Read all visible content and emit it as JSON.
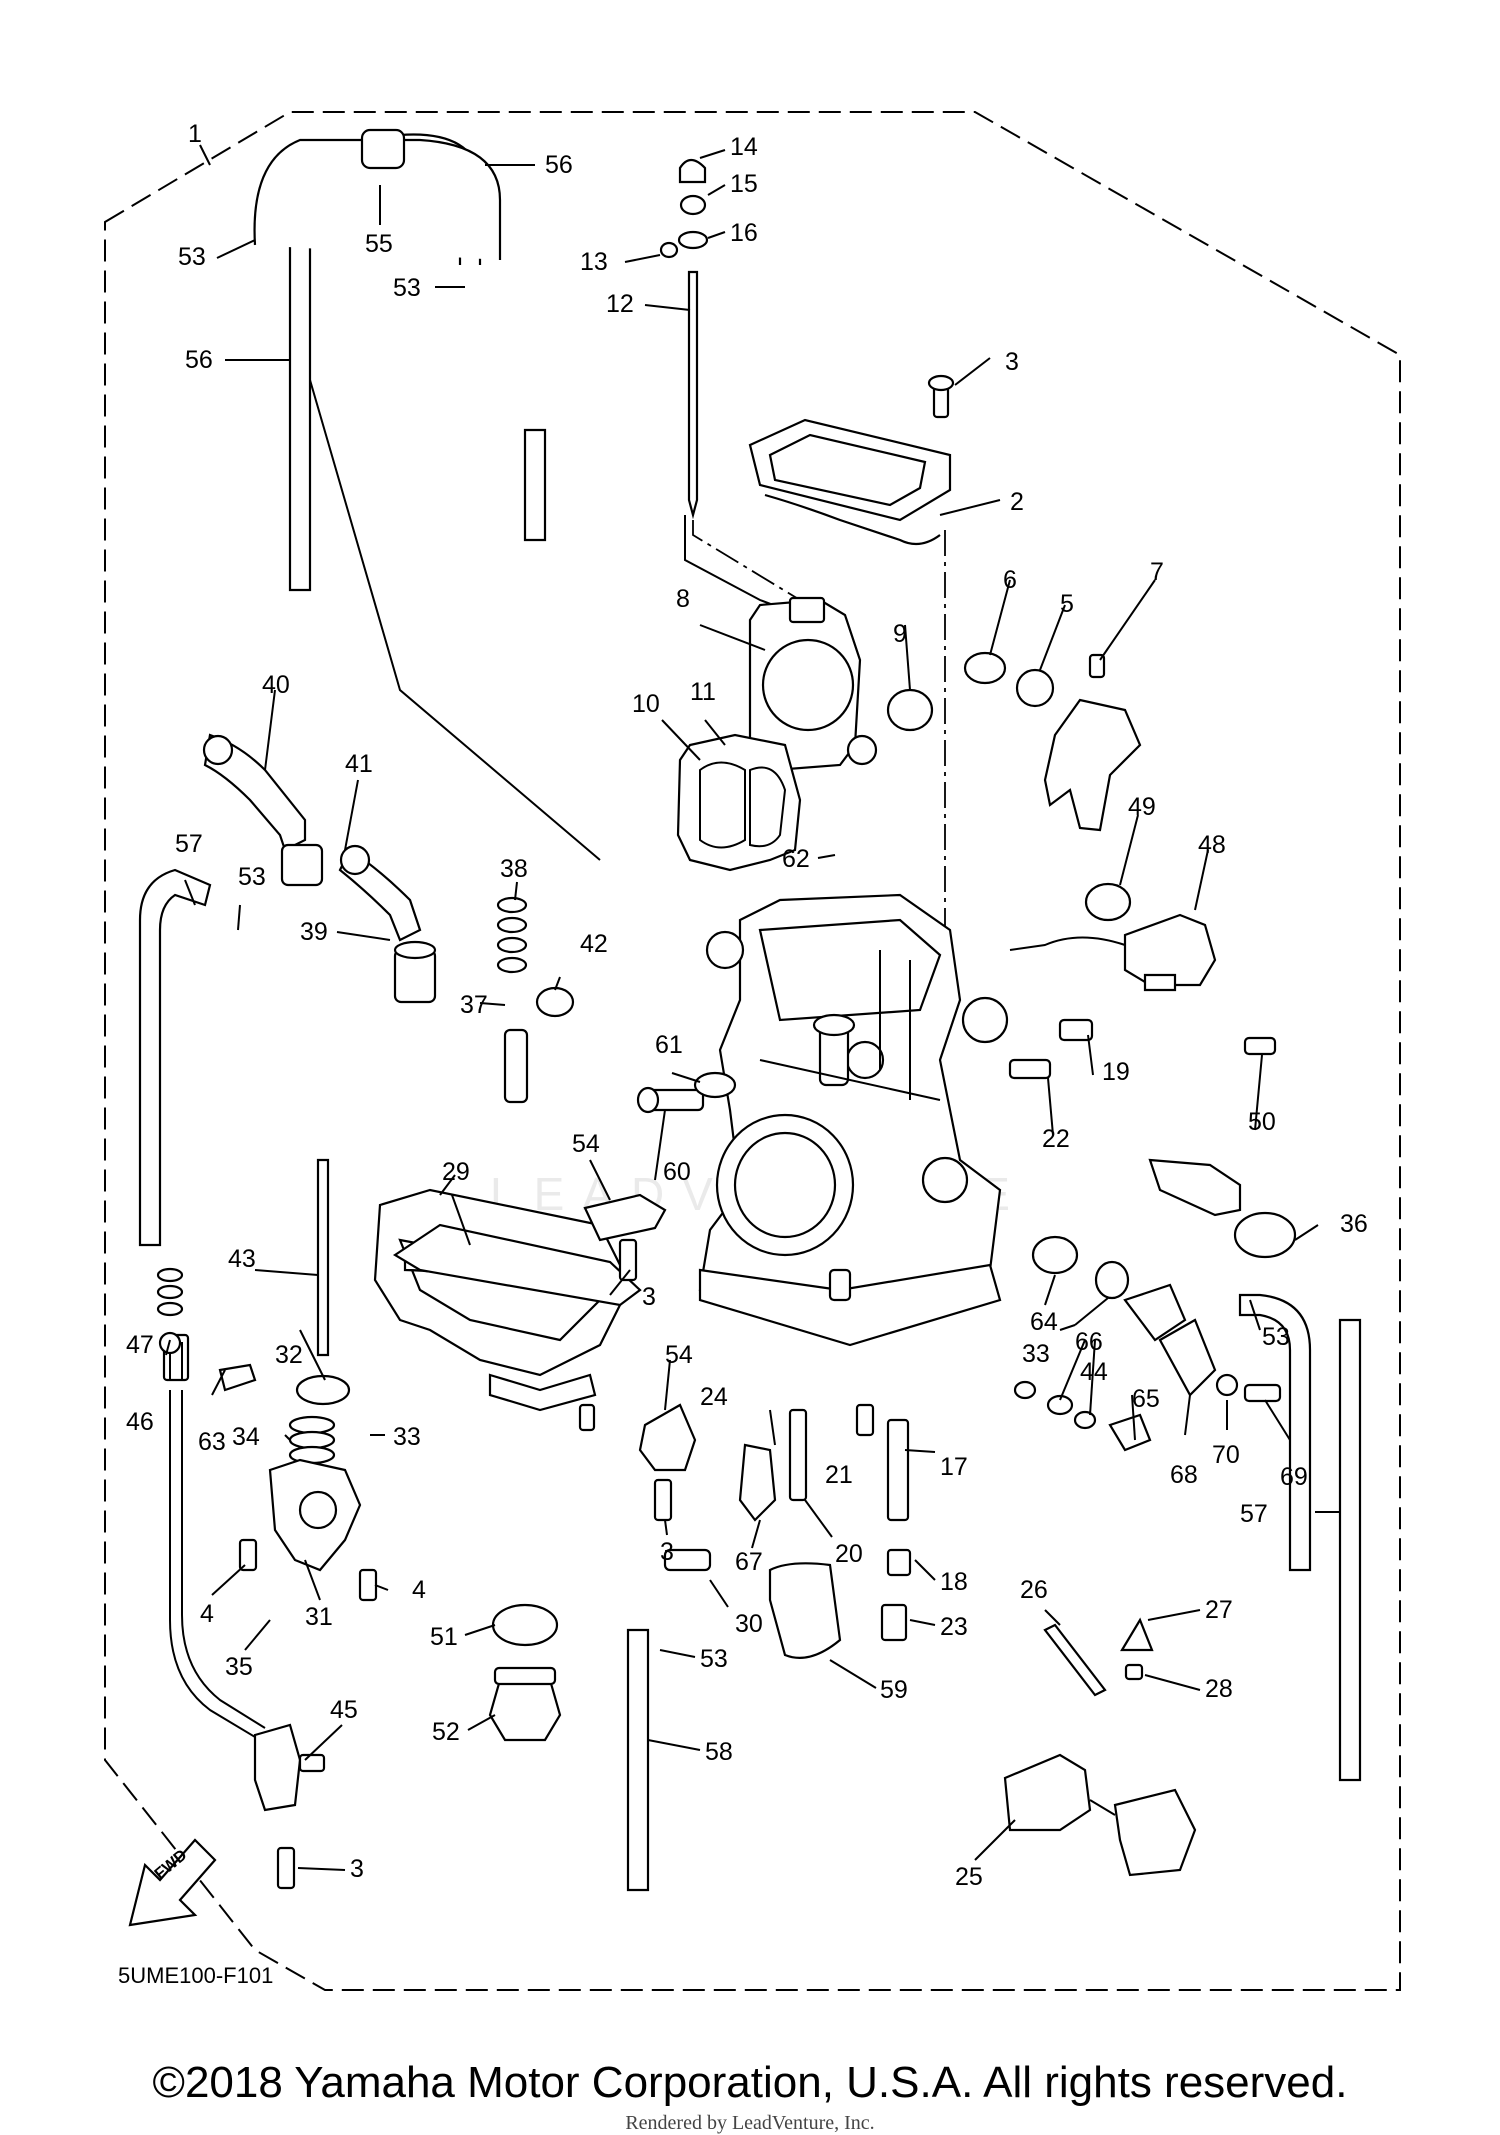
{
  "diagram": {
    "code": "5UME100-F101",
    "fwd_label": "FWD",
    "watermark": "LEADVENTURE",
    "copyright": "©2018 Yamaha Motor Corporation, U.S.A. All rights reserved.",
    "rendered_by": "Rendered by LeadVenture, Inc.",
    "callouts": [
      {
        "id": "c1",
        "text": "1"
      },
      {
        "id": "c14",
        "text": "14"
      },
      {
        "id": "c15",
        "text": "15"
      },
      {
        "id": "c16",
        "text": "16"
      },
      {
        "id": "c56a",
        "text": "56"
      },
      {
        "id": "c53a",
        "text": "53"
      },
      {
        "id": "c55",
        "text": "55"
      },
      {
        "id": "c53b",
        "text": "53"
      },
      {
        "id": "c13",
        "text": "13"
      },
      {
        "id": "c12",
        "text": "12"
      },
      {
        "id": "c56b",
        "text": "56"
      },
      {
        "id": "c3a",
        "text": "3"
      },
      {
        "id": "c2",
        "text": "2"
      },
      {
        "id": "c8",
        "text": "8"
      },
      {
        "id": "c9",
        "text": "9"
      },
      {
        "id": "c6",
        "text": "6"
      },
      {
        "id": "c5",
        "text": "5"
      },
      {
        "id": "c7",
        "text": "7"
      },
      {
        "id": "c40",
        "text": "40"
      },
      {
        "id": "c10",
        "text": "10"
      },
      {
        "id": "c11",
        "text": "11"
      },
      {
        "id": "c41",
        "text": "41"
      },
      {
        "id": "c57a",
        "text": "57"
      },
      {
        "id": "c49",
        "text": "49"
      },
      {
        "id": "c48",
        "text": "48"
      },
      {
        "id": "c62",
        "text": "62"
      },
      {
        "id": "c38",
        "text": "38"
      },
      {
        "id": "c53c",
        "text": "53"
      },
      {
        "id": "c39",
        "text": "39"
      },
      {
        "id": "c42",
        "text": "42"
      },
      {
        "id": "c37",
        "text": "37"
      },
      {
        "id": "c61",
        "text": "61"
      },
      {
        "id": "c19",
        "text": "19"
      },
      {
        "id": "c50",
        "text": "50"
      },
      {
        "id": "c22",
        "text": "22"
      },
      {
        "id": "c60",
        "text": "60"
      },
      {
        "id": "c54a",
        "text": "54"
      },
      {
        "id": "c29",
        "text": "29"
      },
      {
        "id": "c36",
        "text": "36"
      },
      {
        "id": "c43",
        "text": "43"
      },
      {
        "id": "c3b",
        "text": "3"
      },
      {
        "id": "c64",
        "text": "64"
      },
      {
        "id": "c33a",
        "text": "33"
      },
      {
        "id": "c66",
        "text": "66"
      },
      {
        "id": "c53d",
        "text": "53"
      },
      {
        "id": "c47",
        "text": "47"
      },
      {
        "id": "c32",
        "text": "32"
      },
      {
        "id": "c54b",
        "text": "54"
      },
      {
        "id": "c24",
        "text": "24"
      },
      {
        "id": "c44",
        "text": "44"
      },
      {
        "id": "c65",
        "text": "65"
      },
      {
        "id": "c46",
        "text": "46"
      },
      {
        "id": "c63",
        "text": "63"
      },
      {
        "id": "c34",
        "text": "34"
      },
      {
        "id": "c33b",
        "text": "33"
      },
      {
        "id": "c21",
        "text": "21"
      },
      {
        "id": "c17",
        "text": "17"
      },
      {
        "id": "c68",
        "text": "68"
      },
      {
        "id": "c70",
        "text": "70"
      },
      {
        "id": "c69",
        "text": "69"
      },
      {
        "id": "c57b",
        "text": "57"
      },
      {
        "id": "c3c",
        "text": "3"
      },
      {
        "id": "c67",
        "text": "67"
      },
      {
        "id": "c20",
        "text": "20"
      },
      {
        "id": "c4a",
        "text": "4"
      },
      {
        "id": "c31",
        "text": "31"
      },
      {
        "id": "c4b",
        "text": "4"
      },
      {
        "id": "c35",
        "text": "35"
      },
      {
        "id": "c30",
        "text": "30"
      },
      {
        "id": "c18",
        "text": "18"
      },
      {
        "id": "c26",
        "text": "26"
      },
      {
        "id": "c27",
        "text": "27"
      },
      {
        "id": "c23",
        "text": "23"
      },
      {
        "id": "c51",
        "text": "51"
      },
      {
        "id": "c53e",
        "text": "53"
      },
      {
        "id": "c59",
        "text": "59"
      },
      {
        "id": "c28",
        "text": "28"
      },
      {
        "id": "c45",
        "text": "45"
      },
      {
        "id": "c52",
        "text": "52"
      },
      {
        "id": "c58",
        "text": "58"
      },
      {
        "id": "c25",
        "text": "25"
      },
      {
        "id": "c3d",
        "text": "3"
      }
    ]
  }
}
